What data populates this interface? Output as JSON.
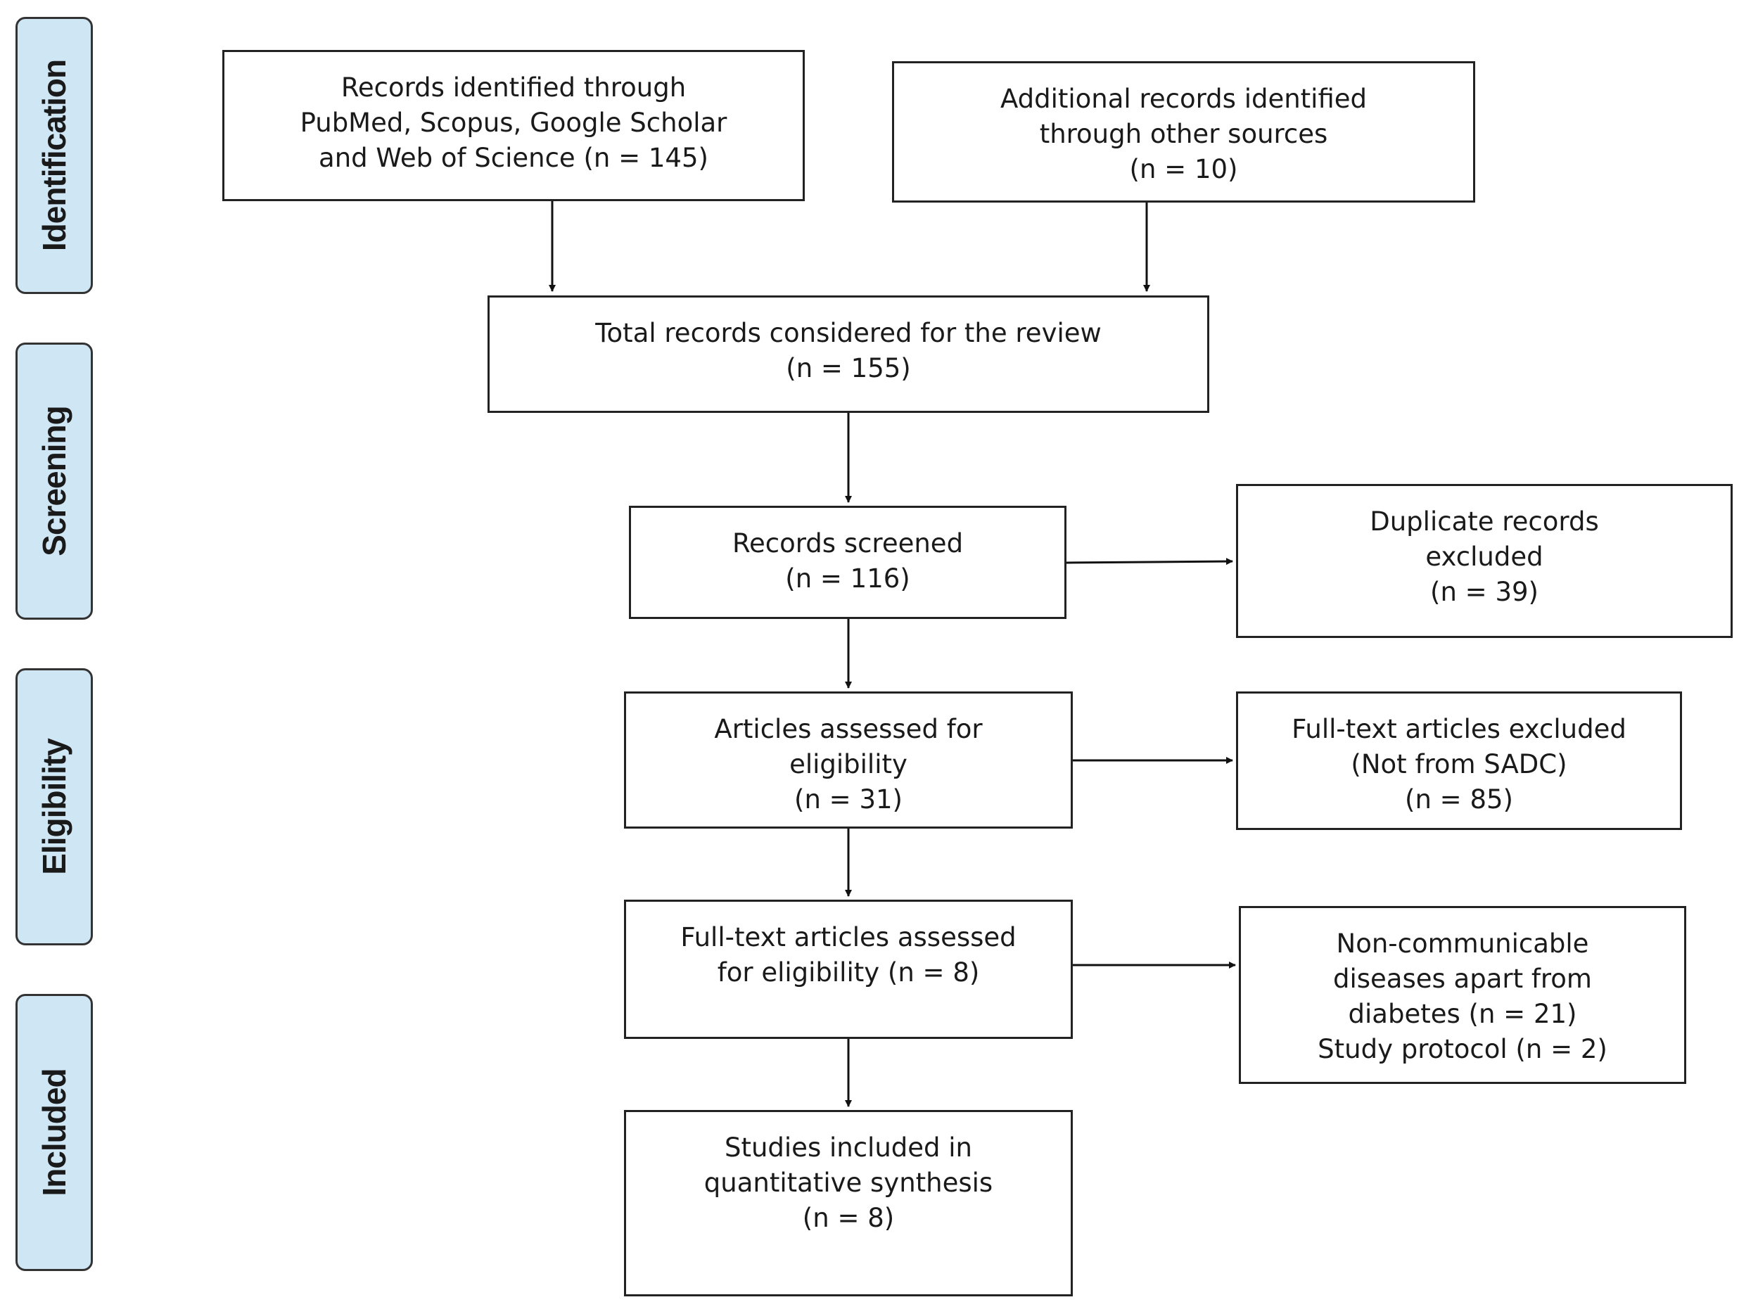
{
  "stages": [
    {
      "id": "identification",
      "label": "Identification"
    },
    {
      "id": "screening",
      "label": "Screening"
    },
    {
      "id": "eligibility",
      "label": "Eligibility"
    },
    {
      "id": "included",
      "label": "Included"
    }
  ],
  "boxes": {
    "records_identified": {
      "lines": [
        "Records identified through",
        "PubMed, Scopus, Google Scholar",
        "and Web of Science (n = 145)"
      ]
    },
    "additional_records": {
      "lines": [
        "Additional records identified",
        "through other sources",
        "(n = 10)"
      ]
    },
    "total_records": {
      "lines": [
        "Total records considered for the review",
        "(n = 155)"
      ]
    },
    "records_screened": {
      "lines": [
        "Records screened",
        "(n = 116)"
      ]
    },
    "duplicates_excluded": {
      "lines": [
        "Duplicate records",
        "excluded",
        "(n = 39)"
      ]
    },
    "articles_assessed": {
      "lines": [
        "Articles assessed for",
        "eligibility",
        "(n = 31)"
      ]
    },
    "fulltext_excluded_sadc": {
      "lines": [
        "Full-text articles excluded",
        "(Not from SADC)",
        "(n = 85)"
      ]
    },
    "fulltext_assessed": {
      "lines": [
        "Full-text articles assessed",
        "for eligibility (n = 8)"
      ]
    },
    "ncd_excluded": {
      "lines": [
        "Non-communicable",
        "diseases apart from",
        "diabetes (n = 21)",
        "Study protocol (n = 2)"
      ]
    },
    "studies_included": {
      "lines": [
        "Studies included in",
        "quantitative synthesis",
        "(n = 8)"
      ]
    }
  }
}
